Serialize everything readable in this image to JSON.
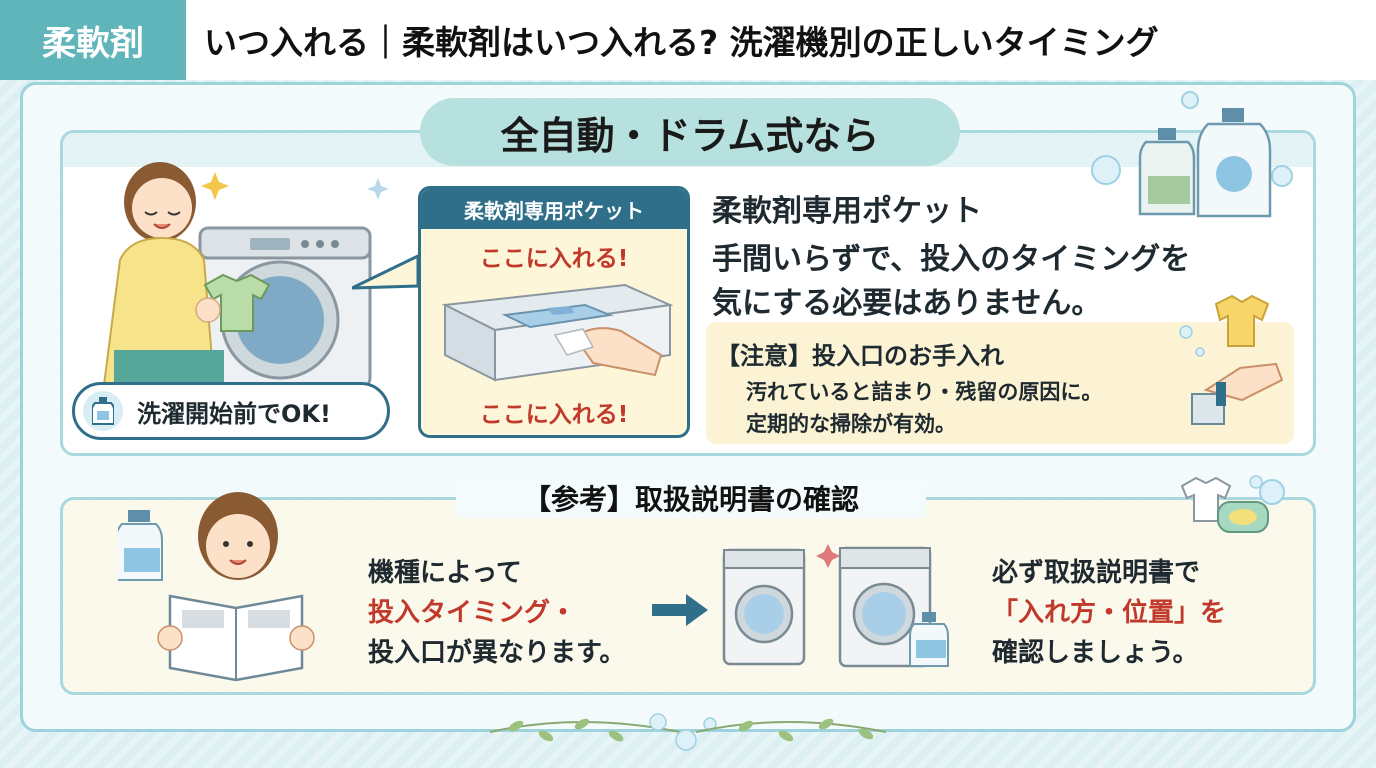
{
  "header": {
    "tag": "柔軟剤",
    "title": "いつ入れる｜柔軟剤はいつ入れる? 洗濯機別の正しいタイミング"
  },
  "section1": {
    "pill": "全自動・ドラム式なら",
    "pocket_card": {
      "heading": "柔軟剤専用ポケット",
      "label_top": "ここに入れる!",
      "label_bottom": "ここに入れる!"
    },
    "ok_bubble": "洗濯開始前でOK!",
    "main_heading": "柔軟剤専用ポケット",
    "main_line1": "手間いらずで、投入のタイミングを",
    "main_line2": "気にする必要はありません。",
    "note": {
      "heading": "【注意】投入口のお手入れ",
      "line1": "汚れていると詰まり・残留の原因に。",
      "line2": "定期的な掃除が有効。"
    }
  },
  "section2": {
    "title": "【参考】取扱説明書の確認",
    "left_line1": "機種によって",
    "left_line2": "投入タイミング・",
    "left_line3": "投入口が異なります。",
    "right_line1": "必ず取扱説明書で",
    "right_line2": "「入れ方・位置」を",
    "right_line3": "確認しましょう。"
  },
  "colors": {
    "accent_teal": "#5fb5b9",
    "pill_teal": "#b7e1df",
    "navy": "#2f6f8a",
    "red": "#c0392b",
    "cream": "#fbf3d4"
  },
  "icons": [
    "softener-bottle-icon",
    "sparkle-icon",
    "arrow-right-icon",
    "washing-machine-icon",
    "tshirt-icon",
    "bubble-icon",
    "sprig-icon"
  ]
}
